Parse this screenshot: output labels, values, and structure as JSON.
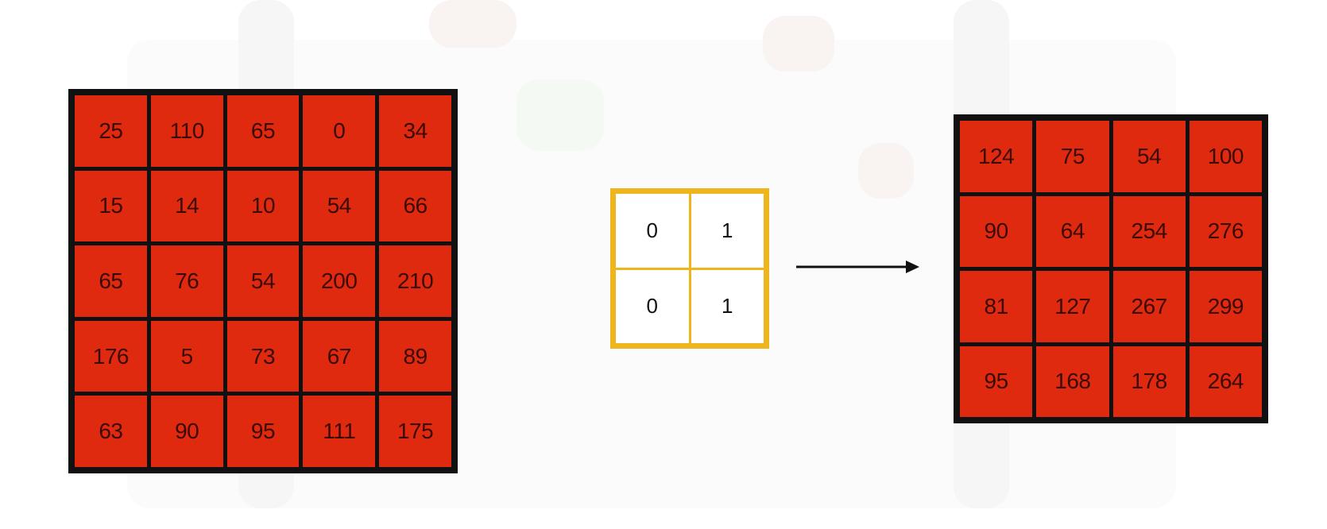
{
  "input_matrix": [
    [
      "25",
      "110",
      "65",
      "0",
      "34"
    ],
    [
      "15",
      "14",
      "10",
      "54",
      "66"
    ],
    [
      "65",
      "76",
      "54",
      "200",
      "210"
    ],
    [
      "176",
      "5",
      "73",
      "67",
      "89"
    ],
    [
      "63",
      "90",
      "95",
      "111",
      "175"
    ]
  ],
  "kernel_matrix": [
    [
      "0",
      "1"
    ],
    [
      "0",
      "1"
    ]
  ],
  "output_matrix": [
    [
      "124",
      "75",
      "54",
      "100"
    ],
    [
      "90",
      "64",
      "254",
      "276"
    ],
    [
      "81",
      "127",
      "267",
      "299"
    ],
    [
      "95",
      "168",
      "178",
      "264"
    ]
  ],
  "colors": {
    "cell_fill": "#e02a10",
    "grid_border": "#111111",
    "kernel_border": "#efb51c",
    "kernel_fill": "#ffffff"
  },
  "icons": {
    "arrow": "arrow-right-icon"
  }
}
